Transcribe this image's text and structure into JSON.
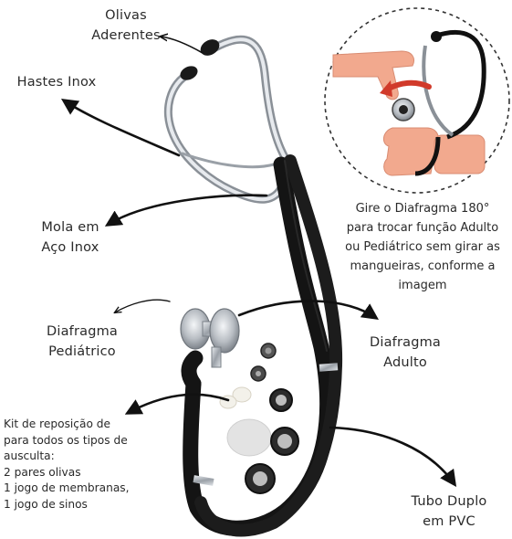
{
  "labels": {
    "olivas": [
      "Olivas",
      "Aderentes"
    ],
    "hastes": [
      "Hastes Inox"
    ],
    "mola": [
      "Mola em",
      "Aço Inox"
    ],
    "diafragma_pediatrico": [
      "Diafragma",
      "Pediátrico"
    ],
    "diafragma_adulto": [
      "Diafragma",
      "Adulto"
    ],
    "tubo": [
      "Tubo Duplo",
      "em PVC"
    ]
  },
  "kit": [
    "Kit de reposição de",
    "para todos os tipos de",
    "ausculta:",
    "2 pares olivas",
    "1 jogo de membranas,",
    "1 jogo de sinos"
  ],
  "instruction": [
    "Gire o Diafragma  180°",
    "para trocar função Adulto",
    "ou Pediátrico sem girar as",
    "mangueiras, conforme a",
    "imagem"
  ],
  "colors": {
    "tube": "#141414",
    "metal": "#a9adb3",
    "skin": "#f2a98e",
    "arrow_red": "#d13a2a"
  }
}
